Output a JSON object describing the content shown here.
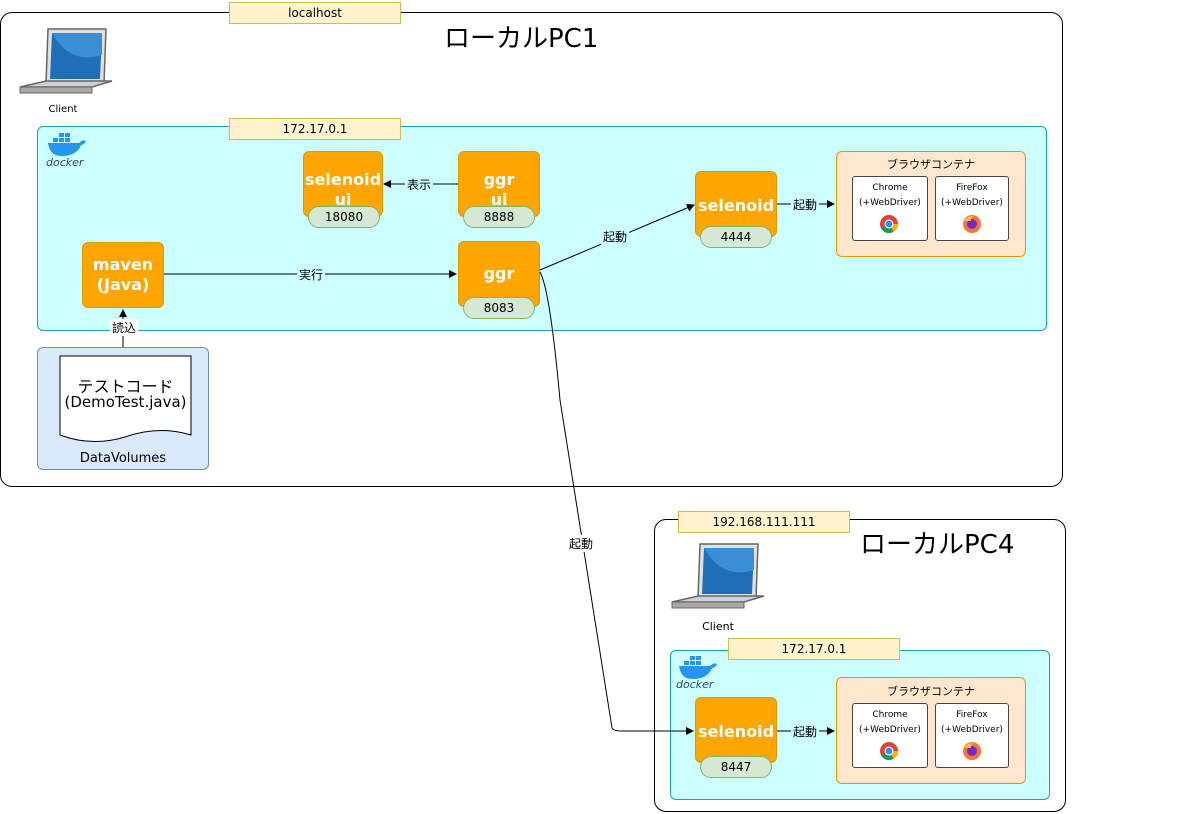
{
  "pc1": {
    "title": "ローカルPC1",
    "host_ip": "localhost",
    "client_label": "Client",
    "docker_ip": "172.17.0.1",
    "docker_label": "docker",
    "nodes": {
      "selenoid_ui": {
        "name_line1": "selenoid",
        "name_line2": "ui",
        "port": "18080"
      },
      "ggr_ui": {
        "name_line1": "ggr",
        "name_line2": "ui",
        "port": "8888"
      },
      "maven": {
        "name_line1": "maven",
        "name_line2": "(Java)"
      },
      "ggr": {
        "name": "ggr",
        "port": "8083"
      },
      "selenoid": {
        "name": "selenoid",
        "port": "4444"
      }
    },
    "browser_container": {
      "title": "ブラウザコンテナ",
      "chrome": {
        "name": "Chrome",
        "sub": "(+WebDriver)"
      },
      "firefox": {
        "name": "FireFox",
        "sub": "(+WebDriver)"
      }
    },
    "data_volumes": {
      "label": "DataVolumes",
      "doc_line1": "テストコード",
      "doc_line2": "(DemoTest.java)"
    }
  },
  "pc4": {
    "title": "ローカルPC4",
    "host_ip": "192.168.111.111",
    "client_label": "Client",
    "docker_ip": "172.17.0.1",
    "docker_label": "docker",
    "selenoid": {
      "name": "selenoid",
      "port": "8447"
    },
    "browser_container": {
      "title": "ブラウザコンテナ",
      "chrome": {
        "name": "Chrome",
        "sub": "(+WebDriver)"
      },
      "firefox": {
        "name": "FireFox",
        "sub": "(+WebDriver)"
      }
    }
  },
  "edges": {
    "display": "表示",
    "execute": "実行",
    "read": "読込",
    "launch_pc1": "起動",
    "launch_browser_pc1": "起動",
    "launch_pc4": "起動",
    "launch_browser_pc4": "起動"
  },
  "colors": {
    "container": "#ffa500",
    "port": "#d5e8d4",
    "docker_area": "#ccffff",
    "browser_area": "#ffe6cc",
    "ip_label": "#fff2cc",
    "data_volume": "#dae8fc"
  },
  "icons": [
    "laptop-icon",
    "docker-whale-icon",
    "chrome-icon",
    "firefox-icon",
    "document-icon"
  ]
}
